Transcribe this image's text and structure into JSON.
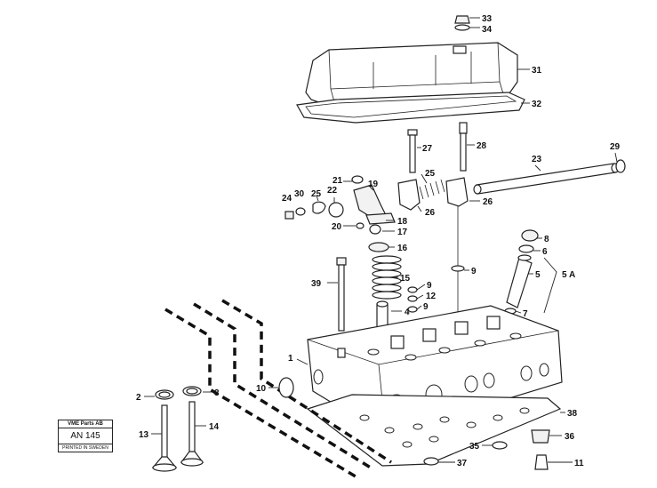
{
  "title_block": {
    "company": "VME Parts AB",
    "code": "AN 145",
    "note": "PRINTED IN SWEDEN"
  },
  "callouts": [
    "33",
    "34",
    "31",
    "32",
    "27",
    "28",
    "29",
    "23",
    "21",
    "19",
    "25",
    "26",
    "24",
    "30",
    "22",
    "18",
    "20",
    "17",
    "16",
    "15",
    "39",
    "9",
    "12",
    "4",
    "8",
    "6",
    "5",
    "5 A",
    "7",
    "1",
    "10",
    "2",
    "3",
    "13",
    "14",
    "38",
    "36",
    "35",
    "37",
    "11"
  ]
}
